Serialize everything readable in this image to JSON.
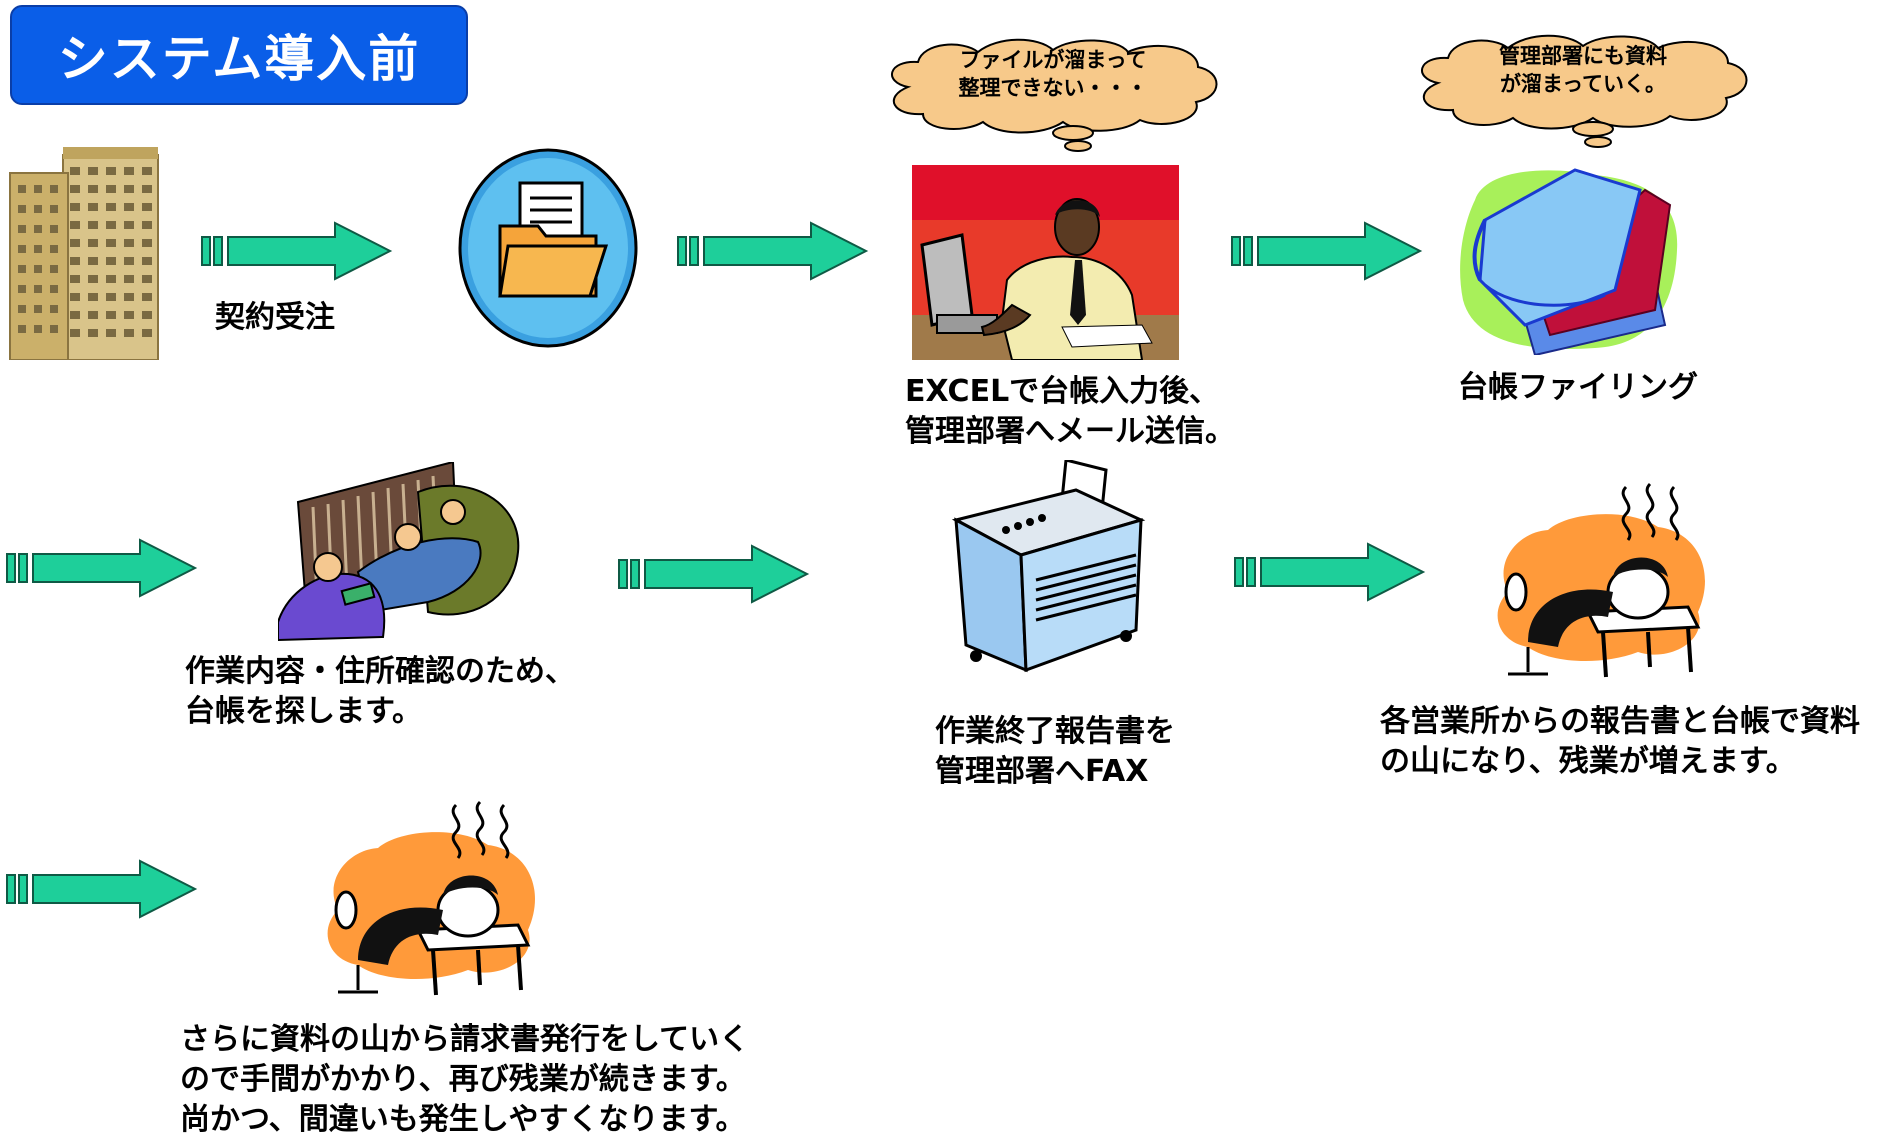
{
  "title": "システム導入前",
  "clouds": [
    {
      "line1": "ファイルが溜まって",
      "line2": "整理できない・・・"
    },
    {
      "line1": "管理部署にも資料",
      "line2": "が溜まっていく。"
    }
  ],
  "captions": {
    "contract": "契約受注",
    "excel_line1": "EXCELで台帳入力後、",
    "excel_line2": "管理部署へメール送信。",
    "filing": "台帳ファイリング",
    "search_line1": "作業内容・住所確認のため、",
    "search_line2": "台帳を探します。",
    "fax_line1": "作業終了報告書を",
    "fax_line2": "管理部署へFAX",
    "overtime_line1": "各営業所からの報告書と台帳で資料",
    "overtime_line2": "の山になり、残業が増えます。",
    "billing_line1": "さらに資料の山から請求書発行をしていく",
    "billing_line2": "ので手間がかかり、再び残業が続きます。",
    "billing_line3": "尚かつ、間違いも発生しやすくなります。"
  },
  "icons": [
    "building-icon",
    "folder-icon",
    "office-worker-icon",
    "binders-icon",
    "library-search-icon",
    "fax-machine-icon",
    "exhausted-worker-icon"
  ],
  "colors": {
    "title_bg": "#0a5ee8",
    "arrow": "#1ecf9a",
    "cloud": "#f7c98a"
  }
}
